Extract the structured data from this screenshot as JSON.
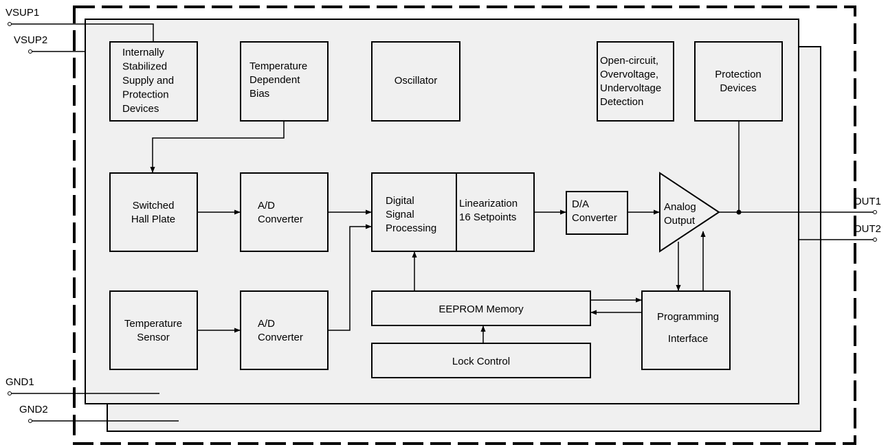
{
  "pins": {
    "vsup1": "VSUP1",
    "vsup2": "VSUP2",
    "gnd1": "GND1",
    "gnd2": "GND2",
    "out1": "OUT1",
    "out2": "OUT2"
  },
  "blocks": {
    "supply": [
      "Internally",
      "Stabilized",
      "Supply and",
      "Protection",
      "Devices"
    ],
    "temp_bias": [
      "Temperature",
      "Dependent",
      "Bias"
    ],
    "oscillator": [
      "Oscillator"
    ],
    "detection": [
      "Open-circuit,",
      "Overvoltage,",
      "Undervoltage",
      "Detection"
    ],
    "protection": [
      "Protection",
      "Devices"
    ],
    "hall_plate": [
      "Switched",
      "Hall Plate"
    ],
    "adc1": [
      "A/D",
      "Converter"
    ],
    "dsp": [
      "Digital",
      "Signal",
      "Processing"
    ],
    "linearization": [
      "Linearization",
      "16 Setpoints"
    ],
    "dac": [
      "D/A",
      "Converter"
    ],
    "analog_output": [
      "Analog",
      "Output"
    ],
    "temp_sensor": [
      "Temperature",
      "Sensor"
    ],
    "adc2": [
      "A/D",
      "Converter"
    ],
    "eeprom": [
      "EEPROM Memory"
    ],
    "lock": [
      "Lock Control"
    ],
    "prog": [
      "Programming",
      "Interface"
    ]
  }
}
